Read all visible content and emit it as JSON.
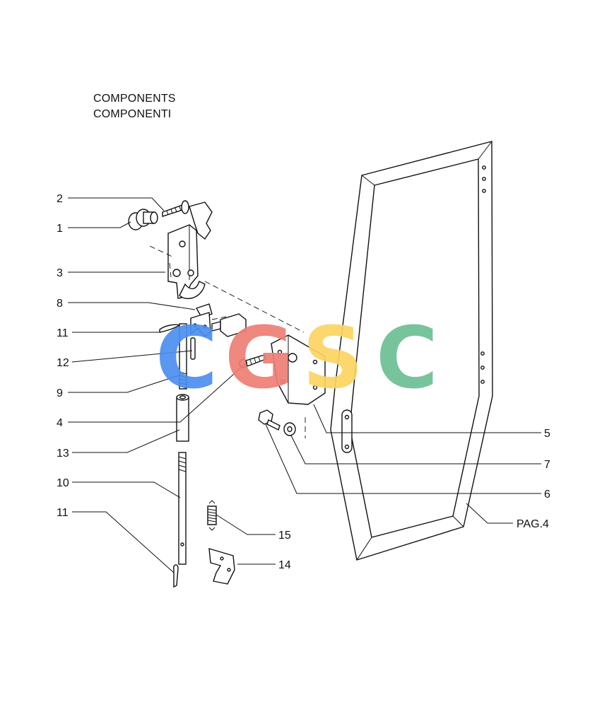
{
  "header": {
    "title_en": "COMPONENTS",
    "title_it": "COMPONENTI"
  },
  "watermark": {
    "letters": [
      "C",
      "G",
      "S",
      "C"
    ],
    "colors": [
      "#4b8ff0",
      "#ee7e74",
      "#fbd462",
      "#6cbf94"
    ]
  },
  "callouts": [
    {
      "label": "2"
    },
    {
      "label": "1"
    },
    {
      "label": "3"
    },
    {
      "label": "8"
    },
    {
      "label": "11"
    },
    {
      "label": "12"
    },
    {
      "label": "9"
    },
    {
      "label": "4"
    },
    {
      "label": "13"
    },
    {
      "label": "10"
    },
    {
      "label": "11"
    },
    {
      "label": "15"
    },
    {
      "label": "14"
    },
    {
      "label": "5"
    },
    {
      "label": "7"
    },
    {
      "label": "6"
    },
    {
      "label": "PAG.4"
    }
  ]
}
